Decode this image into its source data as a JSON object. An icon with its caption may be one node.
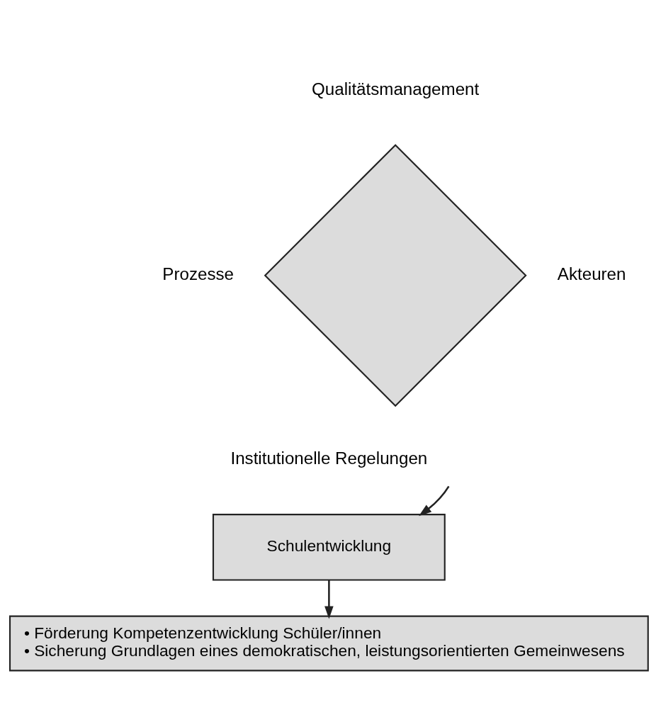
{
  "diagram": {
    "nodes": [
      {
        "text": [],
        "shape": "diamond",
        "beside": [
          "Qualitätsmanagement",
          "Prozesse",
          "Akteuren",
          "Institutionelle Regelungen"
        ]
      },
      {
        "text": [
          "Schulentwicklung"
        ]
      },
      {
        "text": [
          "• Förderung Kompetenzentwicklung Schüler/innen",
          "• Sicherung Grundlagen eines demokratischen, leistungsorientierten Gemeinwesens"
        ]
      }
    ],
    "edges": [
      {
        "from": 0,
        "to": 1,
        "arrow": "to"
      },
      {
        "from": 1,
        "to": 2,
        "arrow": "to"
      }
    ]
  }
}
